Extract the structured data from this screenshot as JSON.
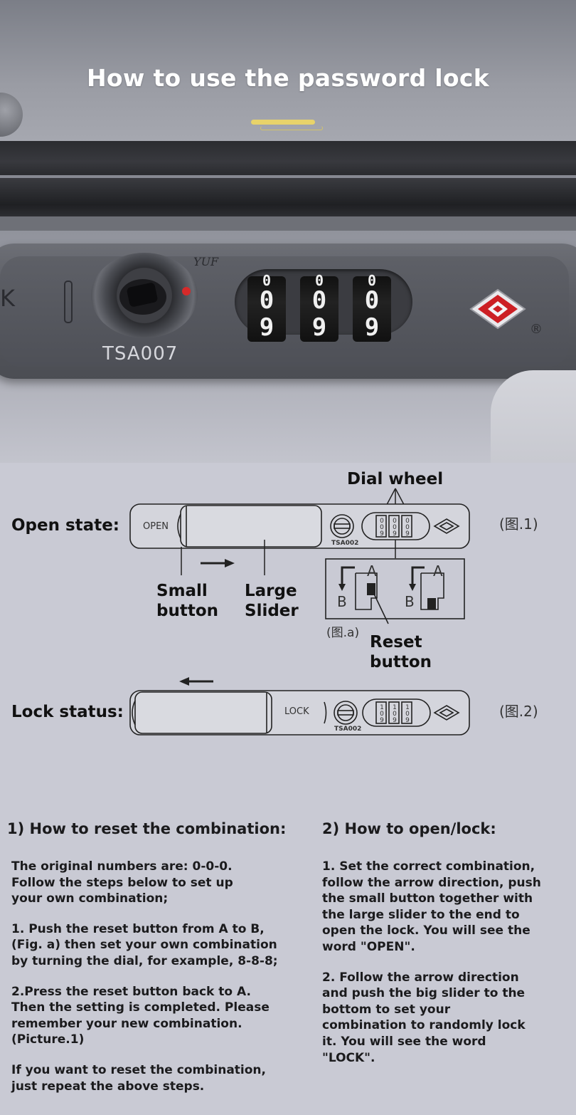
{
  "header": {
    "title": "How to use the password lock"
  },
  "photo": {
    "partial_text": "K",
    "brand": "YUF",
    "key_lock_label": "TSA007",
    "dials": [
      {
        "top": "0",
        "middle": "0",
        "bottom": "9"
      },
      {
        "top": "0",
        "middle": "0",
        "bottom": "9"
      },
      {
        "top": "0",
        "middle": "0",
        "bottom": "9"
      }
    ],
    "registered_mark": "®"
  },
  "diagram": {
    "dial_wheel_label": "Dial wheel",
    "open_state_label": "Open state:",
    "open_word": "OPEN",
    "model": "TSA002",
    "fig1_label": "(图.1)",
    "small_button_label": [
      "Small",
      "button"
    ],
    "large_slider_label": [
      "Large",
      "Slider"
    ],
    "fig_a_label": "(图.a)",
    "inset_A": "A",
    "inset_B": "B",
    "reset_button_label": [
      "Reset",
      "button"
    ],
    "lock_status_label": "Lock status:",
    "lock_word": "LOCK",
    "fig2_label": "(图.2)",
    "dial_digits_open": [
      "0",
      "0",
      "9"
    ],
    "dial_digits_lock": [
      "1",
      "0",
      "9"
    ]
  },
  "left_column": {
    "heading": "1) How to reset the combination:",
    "paragraphs": [
      [
        "The original numbers are: 0-0-0.",
        "Follow the steps below to set up",
        "your own combination;"
      ],
      [
        "1. Push the reset button from A to B,",
        "(Fig. a) then set your own combination",
        "by turning the dial, for example, 8-8-8;"
      ],
      [
        "2.Press the reset button back to A.",
        "Then the setting is completed. Please",
        "remember your new combination.",
        "(Picture.1)"
      ],
      [
        "If you want to reset the combination,",
        "just repeat the above steps."
      ]
    ]
  },
  "right_column": {
    "heading": "2) How to open/lock:",
    "paragraphs": [
      [
        "1. Set the correct combination,",
        "follow the arrow direction, push",
        "the small button together with",
        "the large slider to the end to",
        "open the lock. You will see the",
        "word \"OPEN\"."
      ],
      [
        "2. Follow the arrow direction",
        "and push the big slider to the",
        "bottom to set your",
        "combination to randomly lock",
        "it. You will see the word",
        "\"LOCK\"."
      ]
    ]
  },
  "colors": {
    "background": "#c9cad4",
    "title_underline": "#e8d36a",
    "tsa_red": "#cc1f24",
    "indicator_red": "#d62a2a"
  }
}
